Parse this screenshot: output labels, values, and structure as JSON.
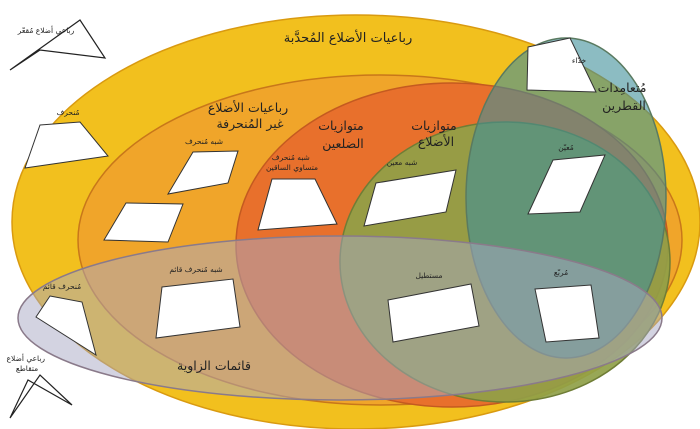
{
  "diagram": {
    "outer_title": "رباعيات الأضلاع المُحدَّبة",
    "nonconvex_label": "رباعي أضلاع مُقعّر",
    "crossed_label": "رباعي أضلاع\nمتقاطع",
    "nonparallel_title": "رباعيات الأضلاع\nغير المُنحرفة",
    "bisosceles_title": "متوازيات\nالضلعين",
    "parallelograms_title": "متوازيات\nالأضلاع",
    "orthodiagonal_title": "مُتعامِدات\nالقطرين",
    "right_angled_title": "قائمات الزاوية",
    "shapes": {
      "trapezoid": "مُنحرف",
      "kite": "شبه مُنحرف",
      "isosceles_trapezoid": "شبه مُنحرف\nمتساوي الساقين",
      "right_trapezoid": "شبه مُنحرف قائم",
      "right_kite": "مُنحرف قائم",
      "rhomboid": "شبه معين",
      "rectangle": "مستطيل",
      "rhombus": "مُعيّن",
      "square": "مُربّع",
      "dart": "خدّاء"
    },
    "colors": {
      "convex": "#f2c01e",
      "nonparallel": "#f0a52a",
      "bisosceles": "#e8702c",
      "parallelogram": "#7fa04a",
      "orthodiagonal": "#4a8a8e",
      "right_angled": "#9aa0b8",
      "stroke": "#b86a1a"
    }
  }
}
